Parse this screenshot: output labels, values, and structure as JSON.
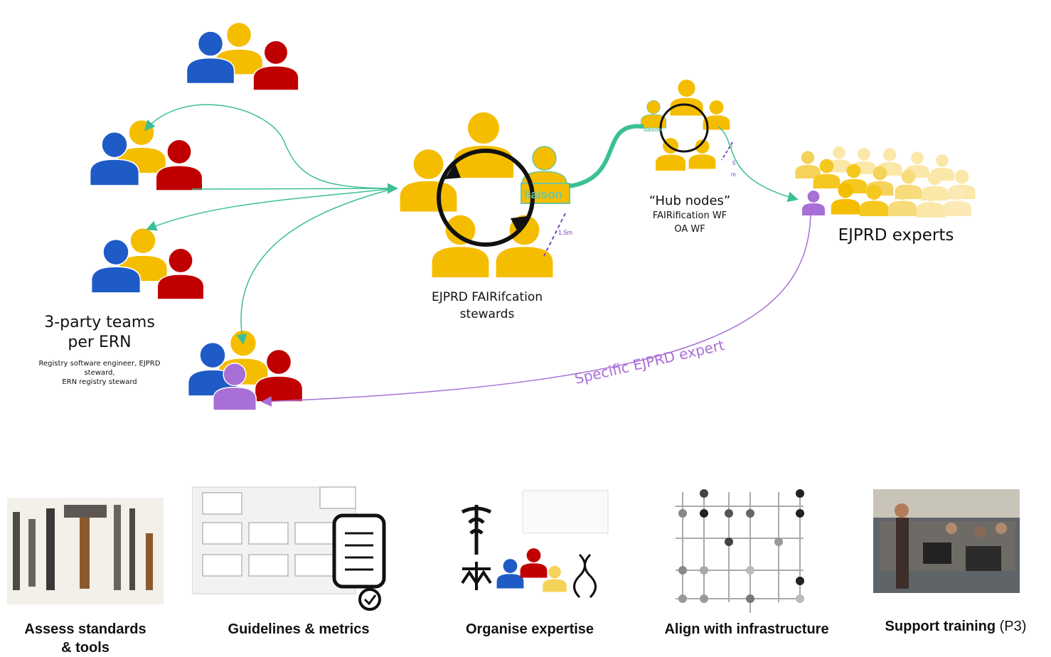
{
  "teams": {
    "title_line1": "3-party teams",
    "title_line2": "per ERN",
    "desc_line1": "Registry software engineer, EJPRD",
    "desc_line2": "steward,",
    "desc_line3": "ERN registry steward"
  },
  "stewards": {
    "label_line1": "EJPRD FAIRifcation",
    "label_line2": "stewards",
    "liaison": "liaison",
    "distance": "1.5m"
  },
  "hub": {
    "title": "“Hub nodes”",
    "line2": "FAIRification WF",
    "line3": "OA WF",
    "liaison": "liaison",
    "distance_chars": [
      "l",
      "5",
      "m"
    ]
  },
  "experts": {
    "label": "EJPRD experts"
  },
  "specific_expert": "Specific EJPRD expert",
  "bottom": [
    {
      "label": "Assess standards",
      "label2": "& tools"
    },
    {
      "label": "Guidelines & metrics"
    },
    {
      "label": "Organise expertise"
    },
    {
      "label": "Align with infrastructure"
    },
    {
      "label": "Support training",
      "note": " (P3)"
    }
  ],
  "colors": {
    "blue": "#1f5bc6",
    "yellow": "#f5bd00",
    "red": "#c00000",
    "purple": "#a86fd6",
    "teal": "#3cbf96"
  }
}
